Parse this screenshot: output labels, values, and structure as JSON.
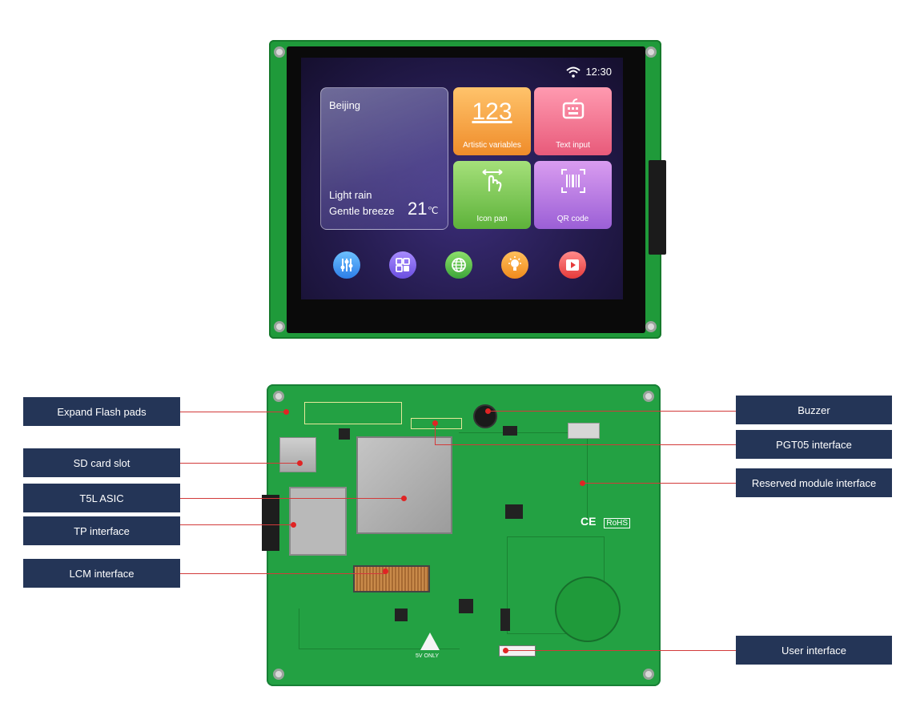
{
  "screen": {
    "time": "12:30",
    "weather": {
      "city": "Beijing",
      "condition": "Light rain",
      "wind": "Gentle breeze",
      "temperature": "21",
      "unit": "℃"
    },
    "tiles": [
      {
        "label": "Artistic variables",
        "glyph": "123",
        "icon": "numbers-icon"
      },
      {
        "label": "Text input",
        "icon": "keyboard-icon"
      },
      {
        "label": "Icon pan",
        "icon": "hand-swipe-icon"
      },
      {
        "label": "QR code",
        "icon": "barcode-icon"
      }
    ],
    "dock": [
      "sliders-icon",
      "grid-icon",
      "globe-icon",
      "lightbulb-icon",
      "play-icon"
    ]
  },
  "board": {
    "silk_ce": "CE",
    "silk_rohs": "RoHS",
    "silk_5v": "5V ONLY"
  },
  "labels": {
    "expand_flash": "Expand Flash pads",
    "sd_card": "SD card slot",
    "t5l": "T5L ASIC",
    "tp": "TP interface",
    "lcm": "LCM interface",
    "buzzer": "Buzzer",
    "pgt05": "PGT05 interface",
    "reserved": "Reserved module interface",
    "user": "User interface"
  },
  "colors": {
    "label_bg": "#243557",
    "pointer": "#d23a3a",
    "pcb_green": "#23a143"
  }
}
